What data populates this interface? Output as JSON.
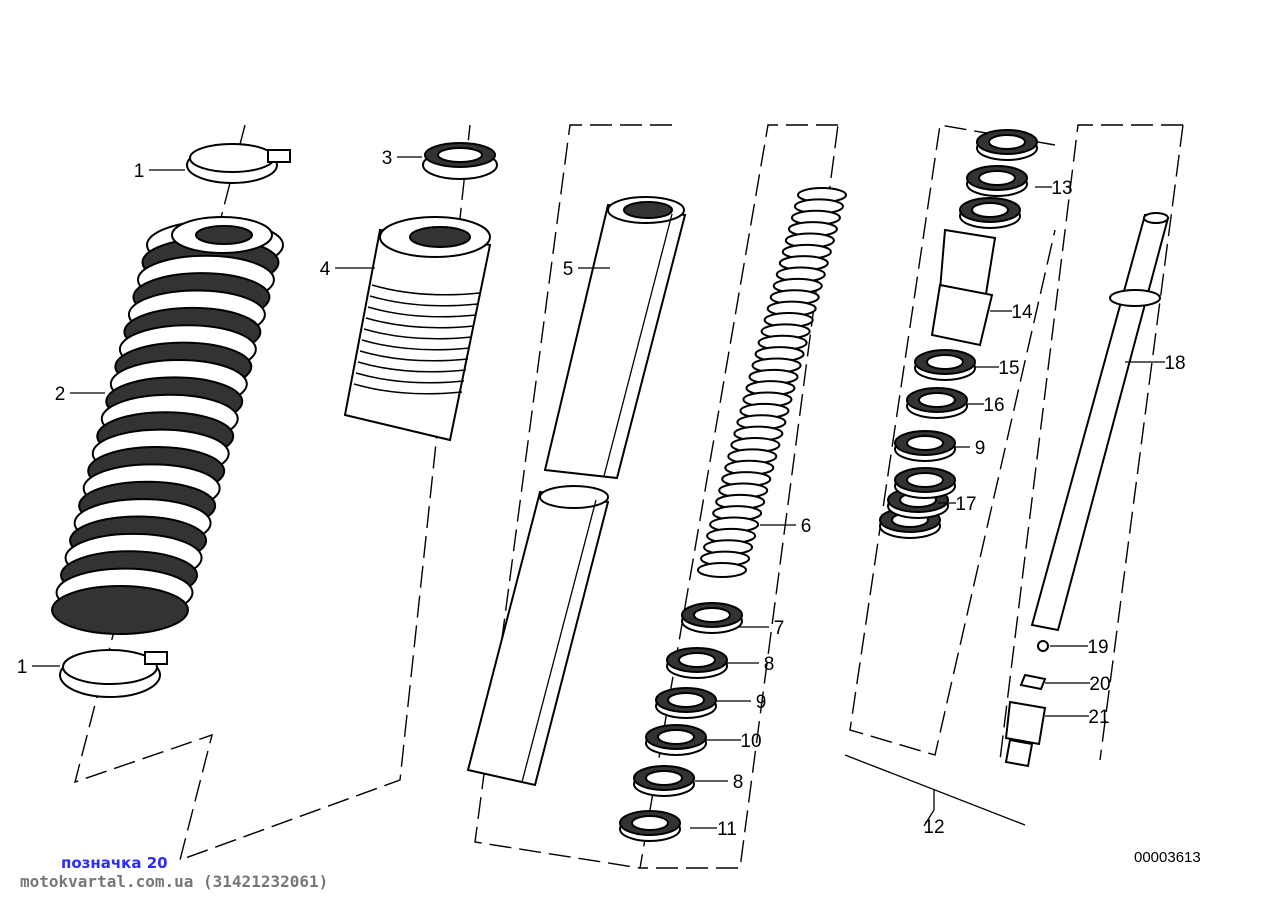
{
  "diagram": {
    "callouts": [
      "1",
      "3",
      "4",
      "5",
      "2",
      "6",
      "7",
      "8",
      "9",
      "10",
      "8",
      "11",
      "13",
      "14",
      "15",
      "16",
      "9",
      "17",
      "18",
      "19",
      "20",
      "21",
      "12",
      "1"
    ],
    "drawing_number": "00003613"
  },
  "footer": {
    "caption": "позначка 20",
    "site": "motokvartal.com.ua (31421232061)"
  }
}
